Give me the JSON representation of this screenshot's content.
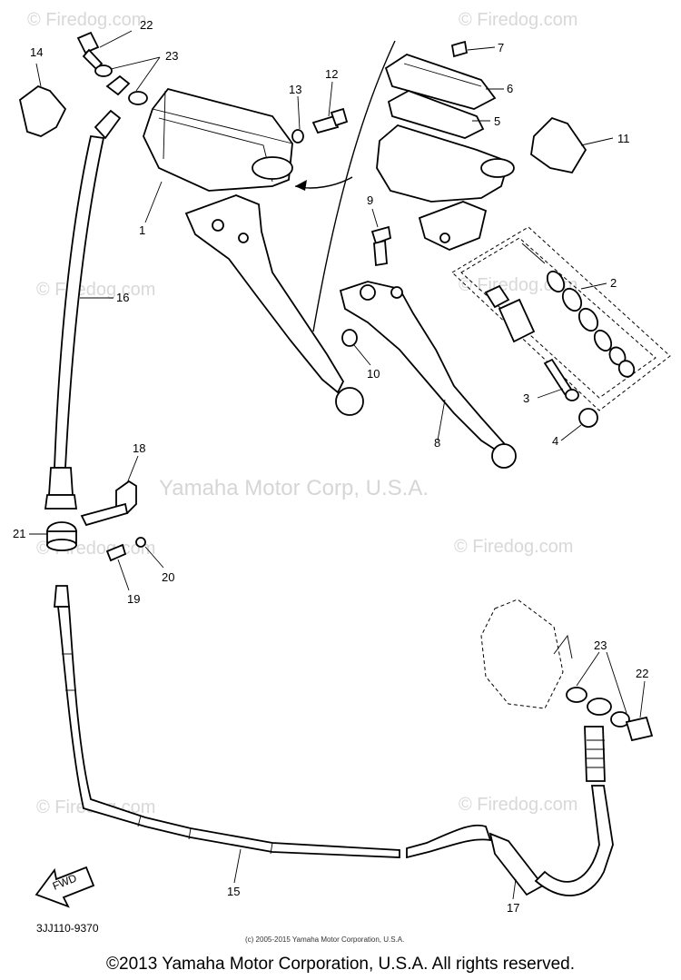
{
  "watermarks": {
    "firedog_text": "© Firedog.com",
    "yamaha_center": "Yamaha Motor Corp, U.S.A."
  },
  "diagram": {
    "part_labels": {
      "p1": "1",
      "p2": "2",
      "p3": "3",
      "p4": "4",
      "p5": "5",
      "p6": "6",
      "p7": "7",
      "p8": "8",
      "p9": "9",
      "p10": "10",
      "p11": "11",
      "p12": "12",
      "p13": "13",
      "p14": "14",
      "p15": "15",
      "p16": "16",
      "p17": "17",
      "p18": "18",
      "p19": "19",
      "p20": "20",
      "p21": "21",
      "p22": "22",
      "p23": "23"
    },
    "fwd_label": "FWD",
    "diagram_code": "3JJ110-9370",
    "fine_copyright": "(c) 2005-2015 Yamaha Motor Corporation, U.S.A."
  },
  "footer": {
    "copyright": "©2013 Yamaha Motor Corporation, U.S.A. All rights reserved."
  }
}
